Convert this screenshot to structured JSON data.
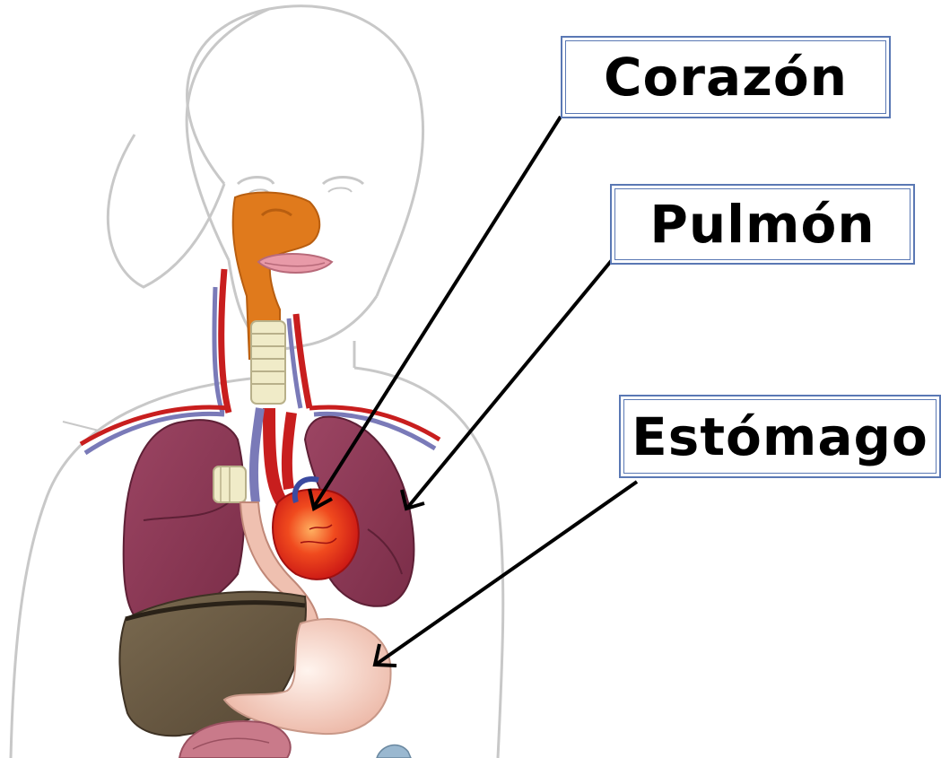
{
  "labels": {
    "heart": "Corazón",
    "lung": "Pulmón",
    "stomach": "Estómago"
  },
  "colors": {
    "outline": "#c8c8c8",
    "mouth": "#e07a1c",
    "lips": "#e89aa8",
    "trachea": "#f0ebc8",
    "lung": "#8c3a56",
    "heart": "#e8261e",
    "liver": "#6a5a42",
    "stomach": "#f2cfc2",
    "veins": "#7a7ab8",
    "arteries": "#c81e1e",
    "box_border": "#5a78b4",
    "arrow": "#000000"
  },
  "icons": [
    "human-torso-outline",
    "mouth-organ",
    "trachea",
    "left-lung",
    "right-lung",
    "heart",
    "liver",
    "stomach",
    "esophagus",
    "intestines"
  ]
}
